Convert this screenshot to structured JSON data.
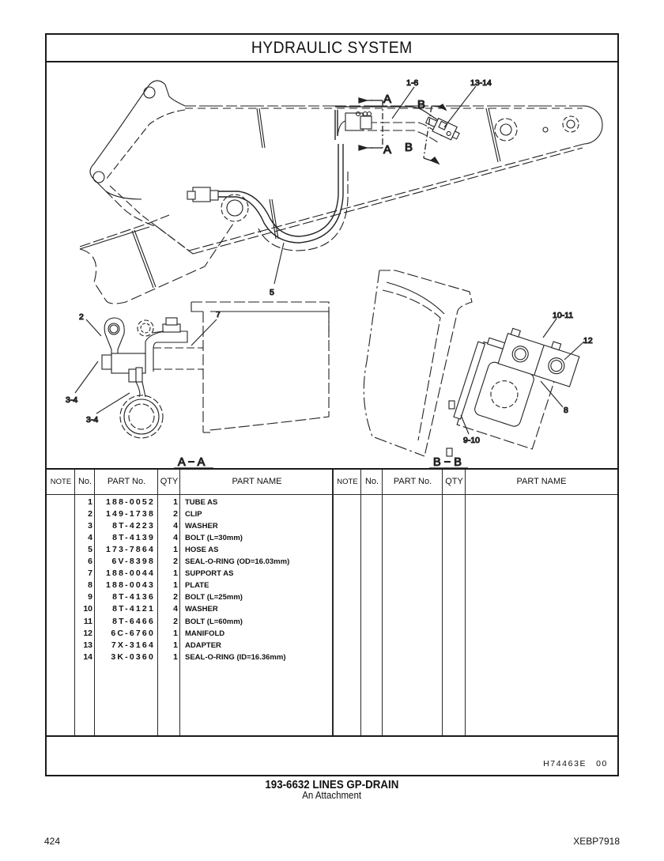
{
  "header": {
    "title": "HYDRAULIC  SYSTEM"
  },
  "diagram": {
    "callouts": {
      "c1_6": "1-6",
      "c13_14": "13-14",
      "c5": "5",
      "c2": "2",
      "c7": "7",
      "c3_4_upper": "3-4",
      "c3_4_lower": "3-4",
      "c10_11": "10-11",
      "c12": "12",
      "c8": "8",
      "c9_10": "9-10"
    },
    "section_marks": {
      "a_top": "A",
      "a_bottom": "A",
      "b_top": "B",
      "b_bottom": "B"
    },
    "section_titles": {
      "aa": "A − A",
      "bb": "B − B"
    }
  },
  "parts_table": {
    "headers": {
      "note": "NOTE",
      "no": "No.",
      "part_no": "PART No.",
      "qty": "QTY",
      "part_name": "PART NAME"
    },
    "rows": [
      {
        "no": "1",
        "part_no": "188-0052",
        "qty": "1",
        "name": "TUBE  AS"
      },
      {
        "no": "2",
        "part_no": "149-1738",
        "qty": "2",
        "name": "CLIP"
      },
      {
        "no": "3",
        "part_no": "8T-4223",
        "qty": "4",
        "name": "WASHER"
      },
      {
        "no": "4",
        "part_no": "8T-4139",
        "qty": "4",
        "name": "BOLT (L=30mm)"
      },
      {
        "no": "5",
        "part_no": "173-7864",
        "qty": "1",
        "name": "HOSE  AS"
      },
      {
        "no": "6",
        "part_no": "6V-8398",
        "qty": "2",
        "name": "SEAL-O-RING (OD=16.03mm)"
      },
      {
        "no": "7",
        "part_no": "188-0044",
        "qty": "1",
        "name": "SUPPORT  AS"
      },
      {
        "no": "8",
        "part_no": "188-0043",
        "qty": "1",
        "name": "PLATE"
      },
      {
        "no": "9",
        "part_no": "8T-4136",
        "qty": "2",
        "name": "BOLT (L=25mm)"
      },
      {
        "no": "10",
        "part_no": "8T-4121",
        "qty": "4",
        "name": "WASHER"
      },
      {
        "no": "11",
        "part_no": "8T-6466",
        "qty": "2",
        "name": "BOLT (L=60mm)"
      },
      {
        "no": "12",
        "part_no": "6C-6760",
        "qty": "1",
        "name": "MANIFOLD"
      },
      {
        "no": "13",
        "part_no": "7X-3164",
        "qty": "1",
        "name": "ADAPTER"
      },
      {
        "no": "14",
        "part_no": "3K-0360",
        "qty": "1",
        "name": "SEAL-O-RING (ID=16.36mm)"
      }
    ]
  },
  "footer": {
    "drawing_ref": "H74463E",
    "revision": "00",
    "group_title": "193-6632  LINES  GP-DRAIN",
    "subtitle": "An Attachment",
    "page_number": "424",
    "doc_code": "XEBP7918"
  }
}
